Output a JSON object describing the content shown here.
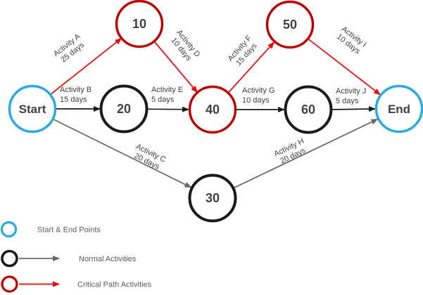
{
  "colors": {
    "start_end": "#29ABE2",
    "normal_node": "#1A1A1A",
    "critical_node": "#C00000",
    "normal_arrow": "#1A1A1A",
    "gray_arrow": "#666666",
    "critical_arrow": "#F40000",
    "label_text": "#404040",
    "node_text": "#404040",
    "legend_text": "#595959"
  },
  "nodes": {
    "start": "Start",
    "n10": "10",
    "n20": "20",
    "n30": "30",
    "n40": "40",
    "n50": "50",
    "n60": "60",
    "end": "End"
  },
  "edges": {
    "a": {
      "name": "Activity A",
      "duration": "25 days"
    },
    "b": {
      "name": "Activity B",
      "duration": "15 days"
    },
    "c": {
      "name": "Activity C",
      "duration": "20 days"
    },
    "d": {
      "name": "Activity D",
      "duration": "10 days"
    },
    "e": {
      "name": "Activity E",
      "duration": "5 days"
    },
    "f": {
      "name": "Activity F",
      "duration": "15 days"
    },
    "g": {
      "name": "Activity G",
      "duration": "10 days"
    },
    "h": {
      "name": "Activity H",
      "duration": "20 days"
    },
    "i": {
      "name": "Activity I",
      "duration": "10 days"
    },
    "j": {
      "name": "Activity J",
      "duration": "5 days"
    }
  },
  "legend": {
    "start_end": "Start & End Points",
    "normal": "Normal Activities",
    "critical": "Critical Path Activities"
  }
}
